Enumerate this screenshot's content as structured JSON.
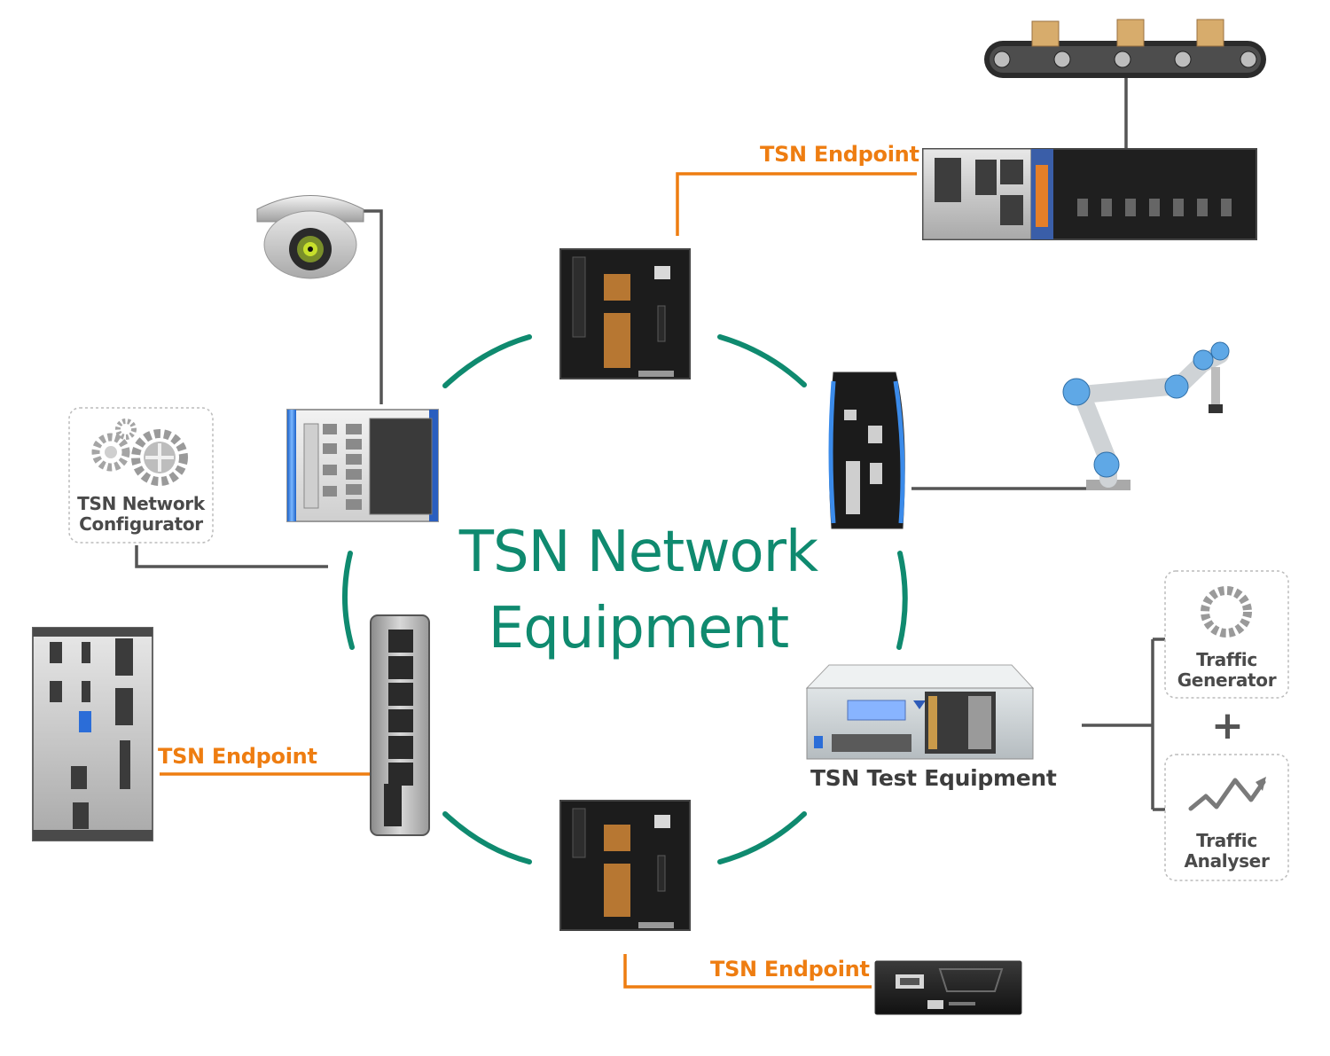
{
  "title": {
    "line1": "TSN Network",
    "line2": "Equipment"
  },
  "endpoint_labels": {
    "top": "TSN Endpoint",
    "left": "TSN Endpoint",
    "bottom": "TSN Endpoint"
  },
  "configurator": {
    "line1": "TSN Network",
    "line2": "Configurator"
  },
  "test_equipment": {
    "label": "TSN Test Equipment"
  },
  "traffic_generator": {
    "line1": "Traffic",
    "line2": "Generator"
  },
  "traffic_analyser": {
    "line1": "Traffic",
    "line2": "Analyser"
  },
  "plus_sign": "+",
  "colors": {
    "ring": "#0f8a6f",
    "endpoint": "#ee7d11",
    "connector": "#555555",
    "label_text": "#4a4a4a"
  }
}
